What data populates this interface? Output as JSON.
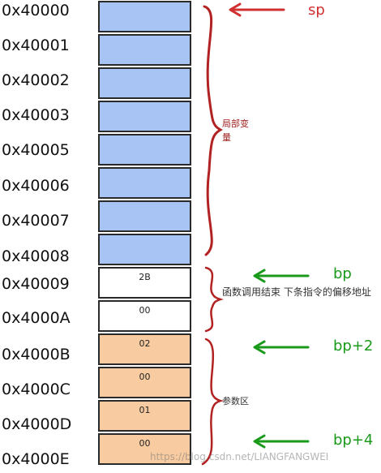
{
  "addresses": [
    "0x40000",
    "0x40001",
    "0x40002",
    "0x40003",
    "0x40005",
    "0x40006",
    "0x40007",
    "0x40008",
    "0x40009",
    "0x4000A",
    "0x4000B",
    "0x4000C",
    "0x4000D",
    "0x4000E"
  ],
  "cells": [
    "",
    "",
    "",
    "",
    "",
    "",
    "",
    "",
    "2B",
    "00",
    "02",
    "00",
    "01",
    "00"
  ],
  "labels": {
    "locals": "局部变量",
    "return_address": "函数调用结束 下条指令的偏移地址",
    "params": "参数区"
  },
  "pointers": {
    "sp": "sp",
    "bp": "bp",
    "bp2": "bp+2",
    "bp4": "bp+4"
  },
  "watermark": "https://blog.csdn.net/LIANGFANGWEI",
  "colors": {
    "local_fill": "#a8c4f4",
    "return_fill": "#ffffff",
    "param_fill": "#f8cba1",
    "brace": "#b22222",
    "sp": "#d03030",
    "bp": "#1a9a1a"
  }
}
